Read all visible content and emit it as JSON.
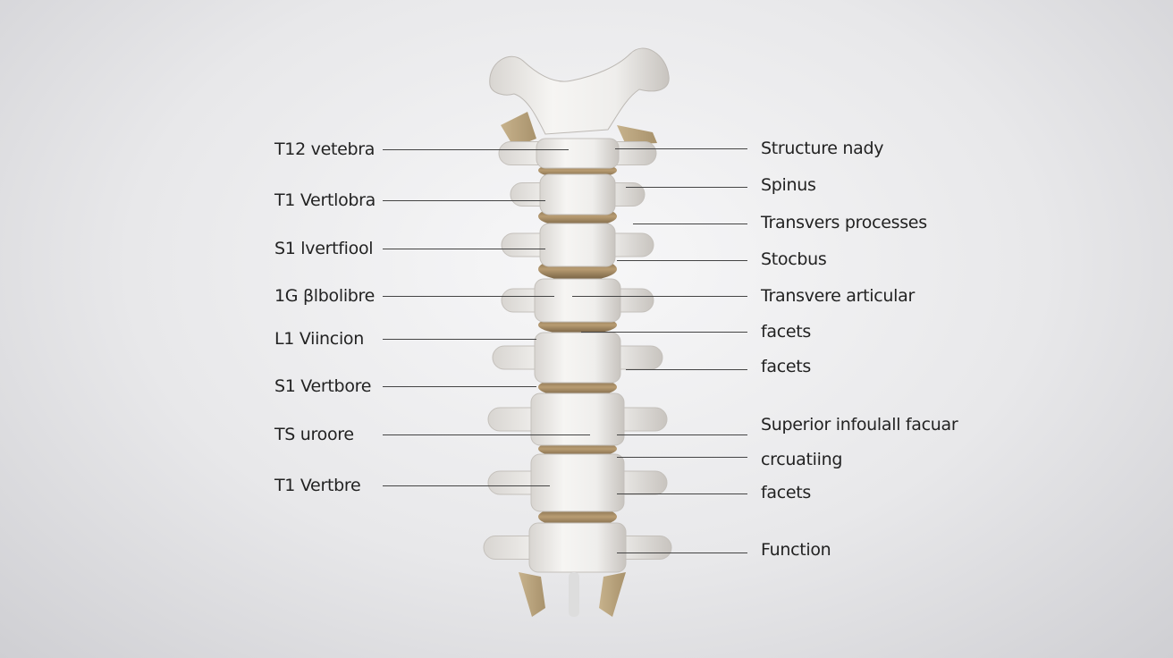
{
  "left_labels": [
    "T12 vetebra",
    "T1 Vertlobra",
    "S1 lvertfiool",
    "1G βlbolibre",
    "L1 Viincion",
    "S1 Vertbore",
    "TS uroore",
    "T1 Vertbre"
  ],
  "right_labels": [
    "Structure nady",
    "Spinus",
    "Transvers processes",
    "Stocbus",
    "Transvere articular",
    "facets",
    "facets",
    "Superior infoulall facuar",
    "crcuatiing",
    "facets",
    "Function"
  ],
  "colors": {
    "bone": "#f1f0ee",
    "bone_shade": "#c9c6c2",
    "disc": "#a58a62",
    "line": "#444444"
  }
}
